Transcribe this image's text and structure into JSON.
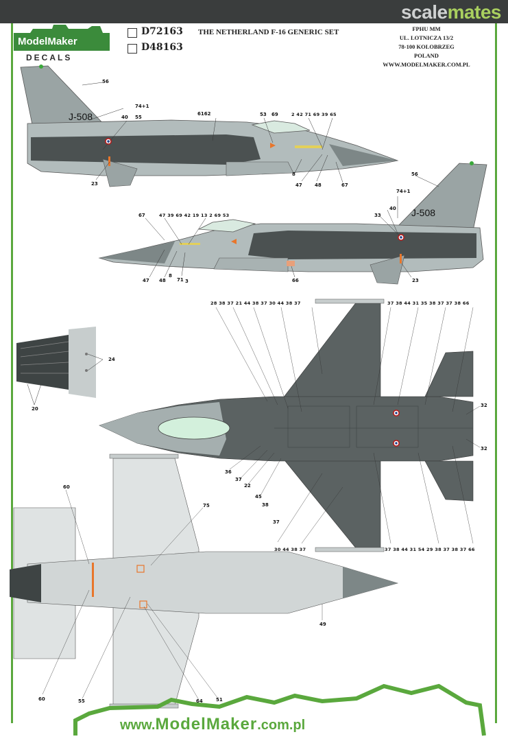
{
  "watermark": {
    "scale": "scale",
    "mates": "mates"
  },
  "brand": {
    "line1": "ModelMaker",
    "line2": "DECALS"
  },
  "codes": [
    {
      "code": "D72163",
      "title": "THE NETHERLAND F-16 GENERIC SET"
    },
    {
      "code": "D48163",
      "title": ""
    }
  ],
  "address": {
    "l1": "FPHU MM",
    "l2": "UL. LOTNICZA 13/2",
    "l3": "78-100 KOLOBRZEG",
    "l4": "POLAND",
    "l5": "WWW.MODELMAKER.COM.PL"
  },
  "tail_code": "J-508",
  "footer": {
    "www": "www.",
    "brand": "ModelMaker",
    "domain": ".com.pl"
  },
  "labels": {
    "side1": {
      "n56": "56",
      "n741": "74+1",
      "n40": "40",
      "n55": "55",
      "n6162": "6162",
      "n53": "53",
      "n69": "69",
      "top_row": "2 42 71 69 39 65",
      "n23": "23",
      "n8": "8",
      "n47": "47",
      "n48": "48",
      "n67": "67"
    },
    "side2": {
      "n56": "56",
      "n741": "74+1",
      "n40": "40",
      "n33": "33",
      "n67": "67",
      "top_row": "47 39 69 42 19 13 2 69 53",
      "n47": "47",
      "n48": "48",
      "n8": "8",
      "n71": "71",
      "n3": "3",
      "n66": "66",
      "n23": "23"
    },
    "top": {
      "top_left": "28 38 37 21 44 38 37 30 44 38 37",
      "top_right": "37 38 44 31 35 38 37 37 38 66",
      "n32a": "32",
      "n32b": "32",
      "left_col": [
        "36",
        "37",
        "22",
        "45",
        "38",
        "37"
      ],
      "bottom_left": "30 44 38 37",
      "bottom_right": "37 38 44 31 54 29 38 37 38 37 66"
    },
    "nozzle": {
      "n24": "24",
      "n20": "20"
    },
    "bottom": {
      "n60a": "60",
      "n75": "75",
      "n49": "49",
      "n60b": "60",
      "n55": "55",
      "n64": "64",
      "n51": "51"
    }
  },
  "colors": {
    "green": "#5aa83d",
    "dark_grey": "#4a5050",
    "mid_grey": "#8e9898",
    "light_grey": "#c5cbcb",
    "underside": "#dfe3e3",
    "orange": "#e8762b"
  }
}
